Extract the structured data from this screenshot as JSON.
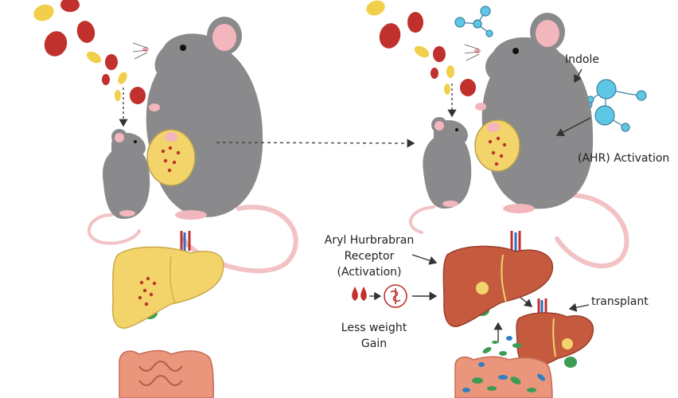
{
  "labels": {
    "indole": "Indole",
    "ahr_activation": "(AHR) Activation",
    "aryl_line1": "Aryl Hurbrabran",
    "aryl_line2": "Receptor",
    "aryl_line3": "(Activation)",
    "less_weight_line1": "Less weight",
    "less_weight_line2": "Gain",
    "transplant": "transplant"
  },
  "colors": {
    "mouse_body": "#8a8a8c",
    "mouse_dark": "#5e5e60",
    "ear_pink": "#f3b6bd",
    "tail": "#f2c2c4",
    "fatty_liver": "#f3d46a",
    "healthy_liver": "#c55a3f",
    "red_bean": "#c0302c",
    "yellow_pellet": "#f1cf4a",
    "molecule_blue": "#5fc7e6",
    "intestine": "#e9967c",
    "gallbladder": "#3e9b53"
  }
}
